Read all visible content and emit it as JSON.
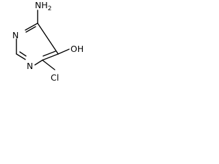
{
  "molecule": {
    "atoms": {
      "amine": "NH",
      "amine_subscript": "2",
      "hydroxyl": "OH",
      "ring_nitrogen_upper": "N",
      "ring_nitrogen_lower": "N",
      "chlorine": "Cl"
    }
  }
}
